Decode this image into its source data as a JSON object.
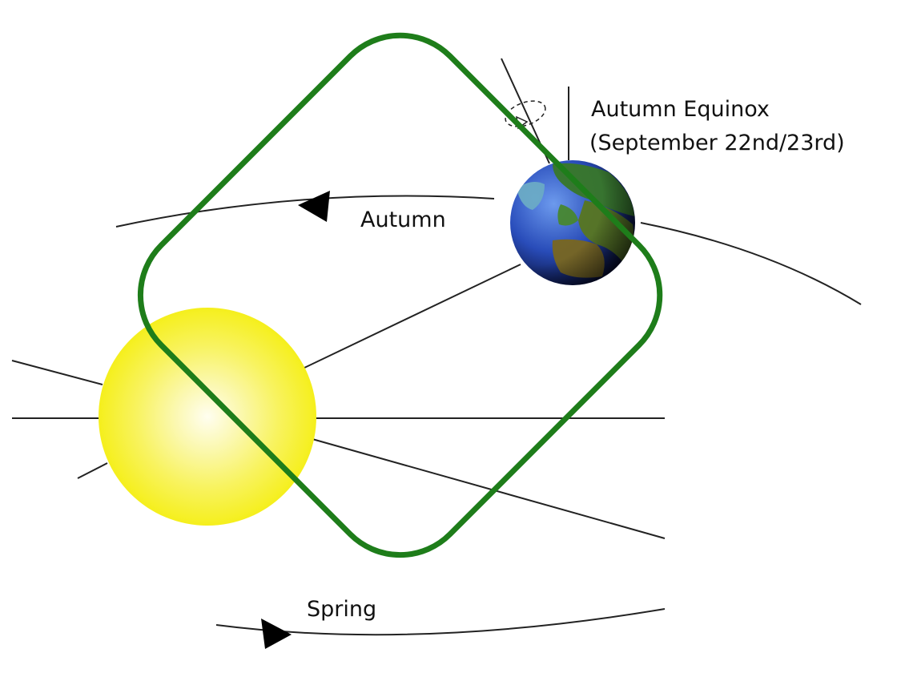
{
  "labels": {
    "equinox_title": "Autumn Equinox",
    "equinox_date": "(September 22nd/23rd)",
    "autumn": "Autumn",
    "spring": "Spring"
  },
  "colors": {
    "highlight_frame": "#1e7d1a",
    "sun_core": "#fffde8",
    "sun_edge": "#f5f01e",
    "orbit_line": "#222222",
    "earth_ocean": "#1c3fb0",
    "earth_land": "#2f7a2f"
  },
  "icons": {
    "sun": "sun-icon",
    "earth": "earth-globe-icon",
    "axis_rotation": "rotation-arrow-icon",
    "direction_arrow": "orbit-direction-arrow-icon"
  }
}
